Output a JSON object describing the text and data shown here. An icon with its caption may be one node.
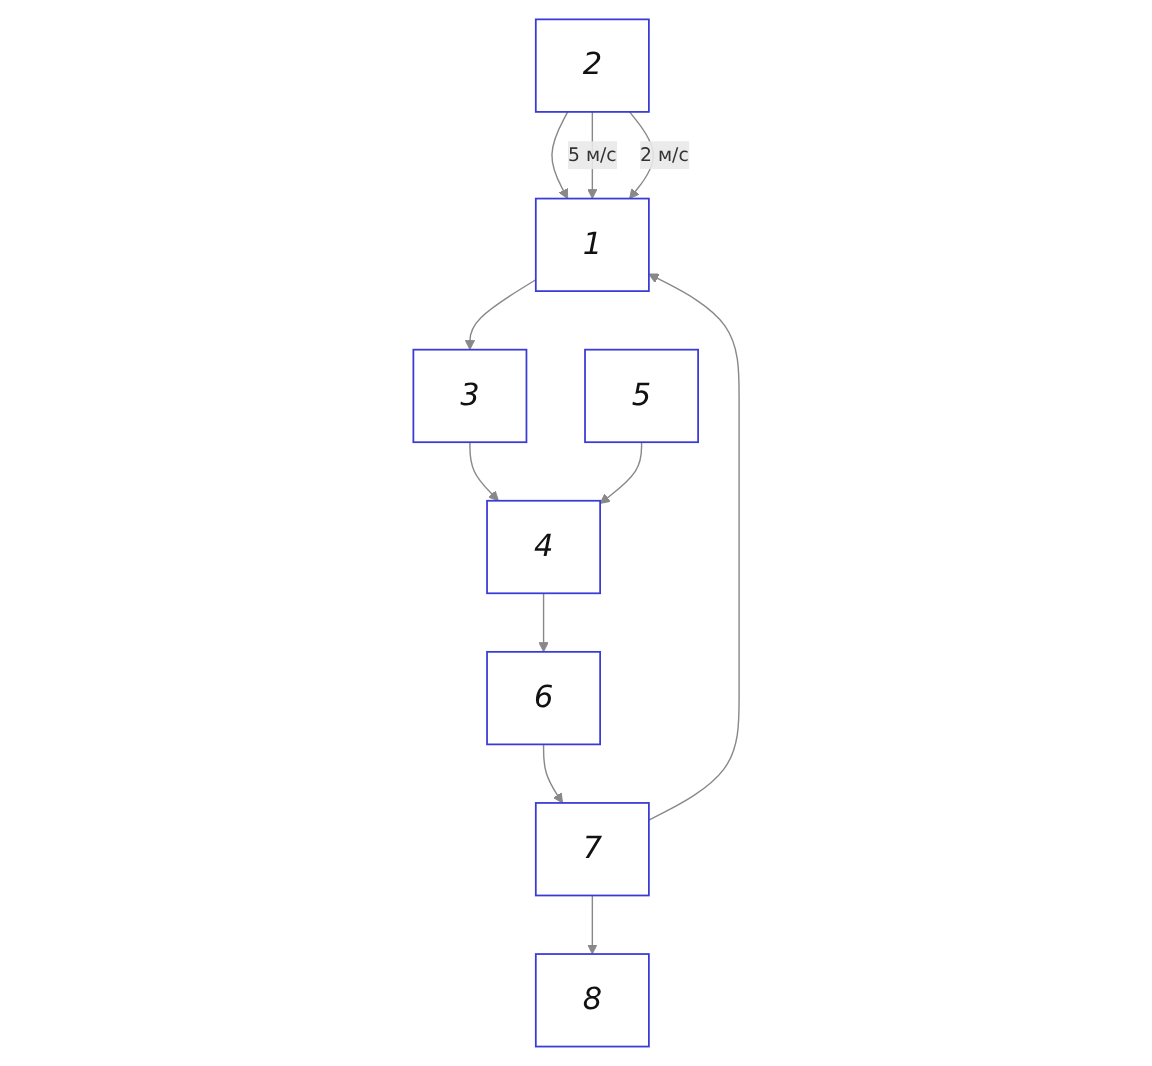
{
  "diagram": {
    "nodes": [
      {
        "text": [
          "1"
        ]
      },
      {
        "text": [
          "2"
        ]
      },
      {
        "text": [
          "3"
        ]
      },
      {
        "text": [
          "4"
        ]
      },
      {
        "text": [
          "5"
        ]
      },
      {
        "text": [
          "6"
        ]
      },
      {
        "text": [
          "7"
        ]
      },
      {
        "text": [
          "8"
        ]
      }
    ],
    "edges": [
      {
        "from": 1,
        "to": 0,
        "arrow": "to"
      },
      {
        "from": 1,
        "to": 0,
        "arrow": "to",
        "label": "5 м/с"
      },
      {
        "from": 1,
        "to": 0,
        "arrow": "to",
        "label": "2 м/с"
      },
      {
        "from": 0,
        "to": 2,
        "arrow": "to"
      },
      {
        "from": 2,
        "to": 3,
        "arrow": "to"
      },
      {
        "from": 4,
        "to": 3,
        "arrow": "to"
      },
      {
        "from": 3,
        "to": 5,
        "arrow": "to"
      },
      {
        "from": 5,
        "to": 6,
        "arrow": "to"
      },
      {
        "from": 6,
        "to": 7,
        "arrow": "to"
      },
      {
        "from": 6,
        "to": 0,
        "arrow": "to"
      }
    ]
  }
}
